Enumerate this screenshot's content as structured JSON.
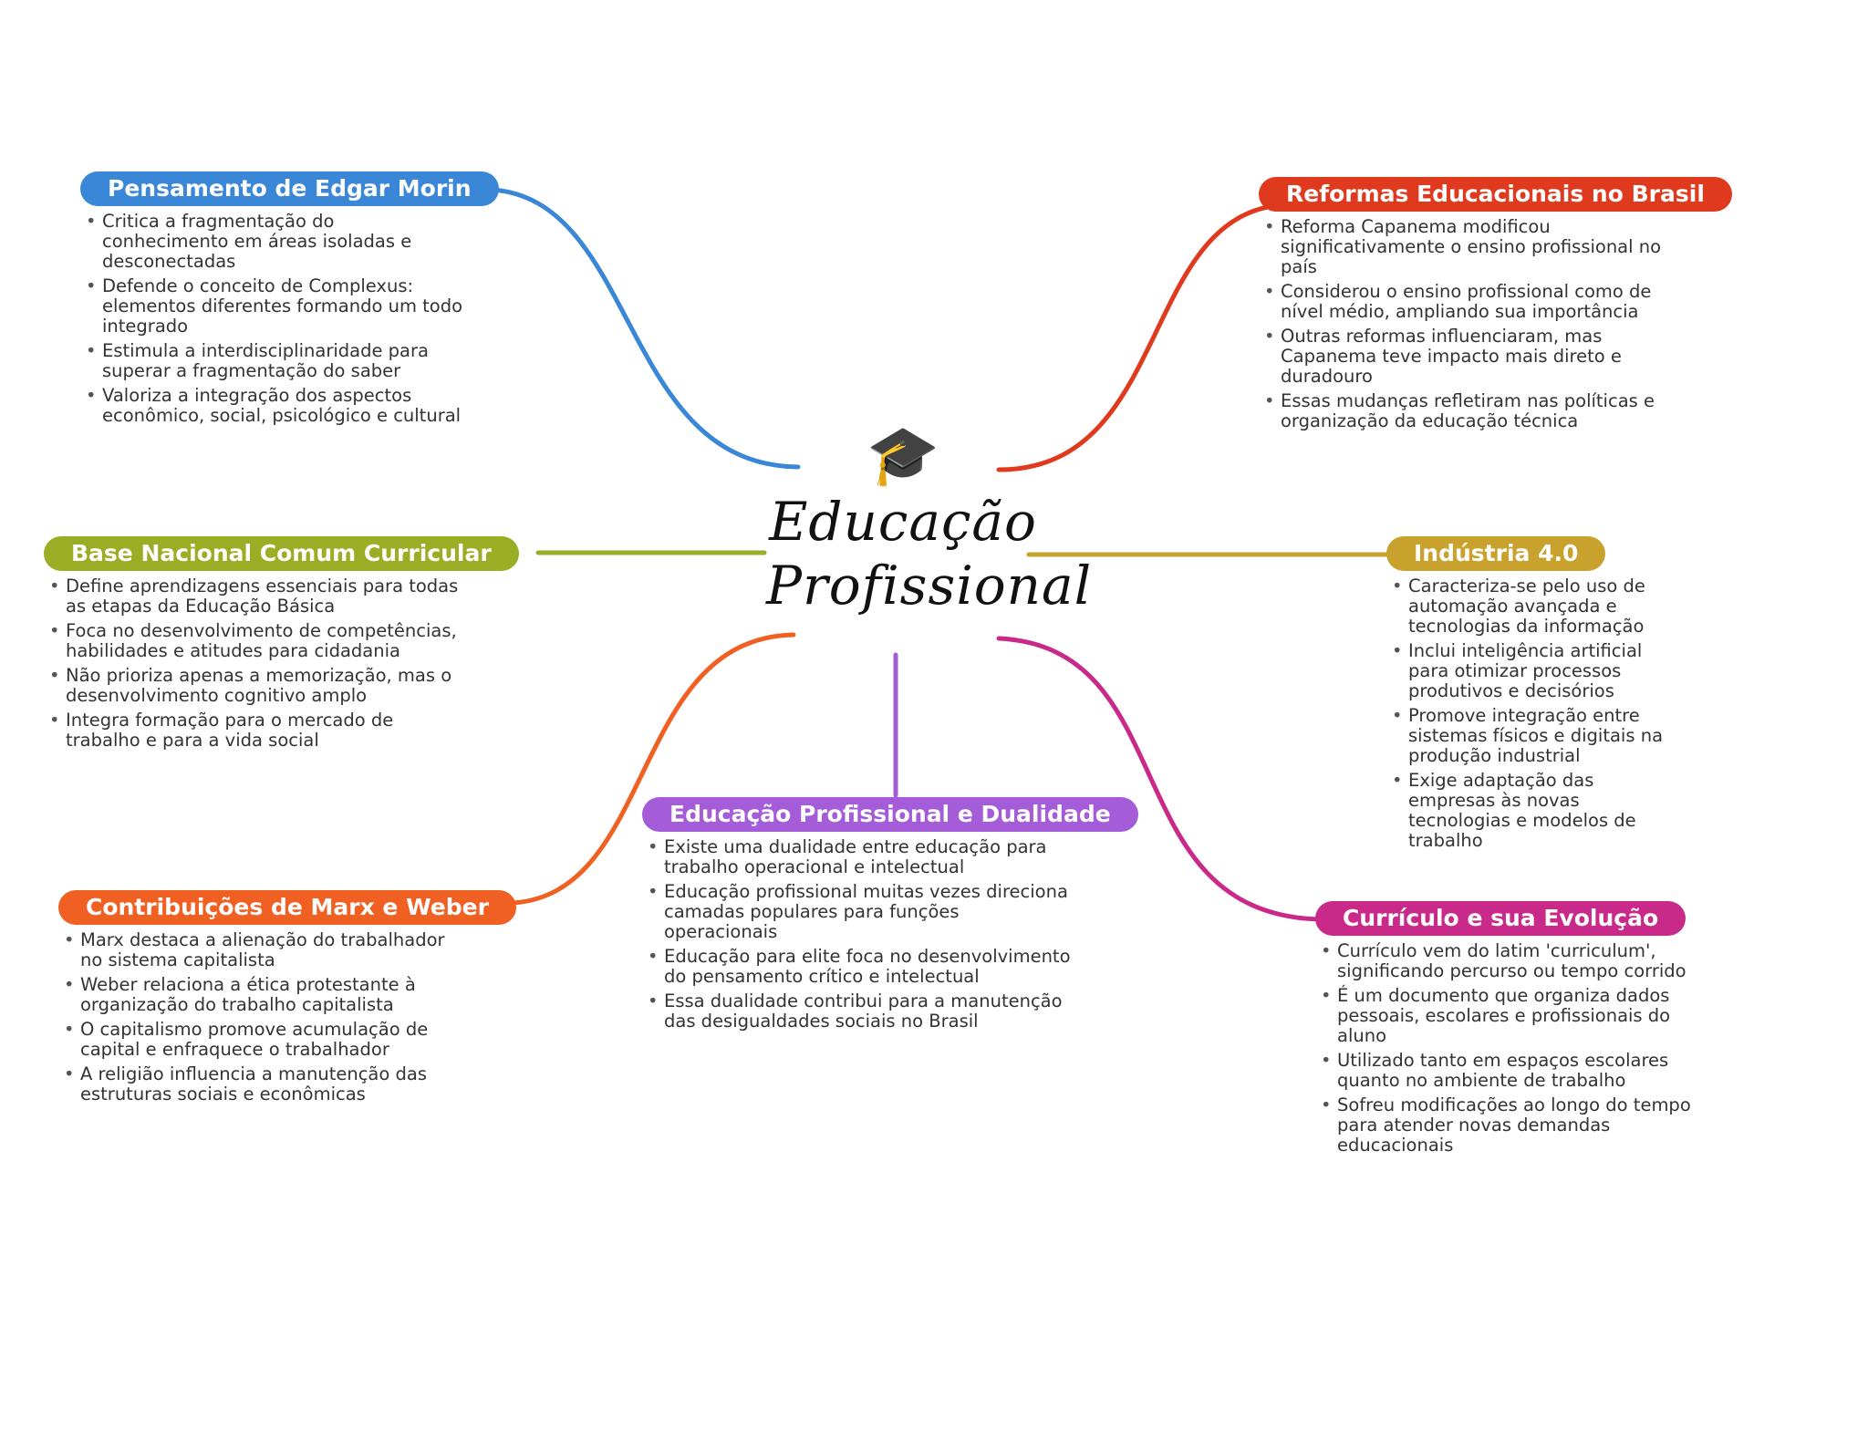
{
  "center": {
    "icon": "graduation-cap-icon",
    "icon_glyph": "🎓",
    "title_line1": "Educação",
    "title_line2": "Profissional"
  },
  "branches": [
    {
      "id": "morin",
      "title": "Pensamento de Edgar Morin",
      "color": "#3a87d8",
      "items": [
        "Critica a fragmentação do conhecimento em áreas isoladas e desconectadas",
        "Defende o conceito de Complexus: elementos diferentes formando um todo integrado",
        "Estimula a interdisciplinaridade para superar a fragmentação do saber",
        "Valoriza a integração dos aspectos econômico, social, psicológico e cultural"
      ]
    },
    {
      "id": "bncc",
      "title": "Base Nacional Comum Curricular",
      "color": "#9aae25",
      "items": [
        "Define aprendizagens essenciais para todas as etapas da Educação Básica",
        "Foca no desenvolvimento de competências, habilidades e atitudes para cidadania",
        "Não prioriza apenas a memorização, mas o desenvolvimento cognitivo amplo",
        "Integra formação para o mercado de trabalho e para a vida social"
      ]
    },
    {
      "id": "marx-weber",
      "title": "Contribuições de Marx e Weber",
      "color": "#f06022",
      "items": [
        "Marx destaca a alienação do trabalhador no sistema capitalista",
        "Weber relaciona a ética protestante à organização do trabalho capitalista",
        "O capitalismo promove acumulação de capital e enfraquece o trabalhador",
        "A religião influencia a manutenção das estruturas sociais e econômicas"
      ]
    },
    {
      "id": "dualidade",
      "title": "Educação Profissional e Dualidade",
      "color": "#a55cd8",
      "items": [
        "Existe uma dualidade entre educação para trabalho operacional e intelectual",
        "Educação profissional muitas vezes direciona camadas populares para funções operacionais",
        "Educação para elite foca no desenvolvimento do pensamento crítico e intelectual",
        "Essa dualidade contribui para a manutenção das desigualdades sociais no Brasil"
      ]
    },
    {
      "id": "reformas",
      "title": "Reformas Educacionais no Brasil",
      "color": "#e03a1e",
      "items": [
        "Reforma Capanema modificou significativamente o ensino profissional no país",
        "Considerou o ensino profissional como de nível médio, ampliando sua importância",
        "Outras reformas influenciaram, mas Capanema teve impacto mais direto e duradouro",
        "Essas mudanças refletiram nas políticas e organização da educação técnica"
      ]
    },
    {
      "id": "industria",
      "title": "Indústria 4.0",
      "color": "#c9a22e",
      "items": [
        "Caracteriza-se pelo uso de automação avançada e tecnologias da informação",
        "Inclui inteligência artificial para otimizar processos produtivos e decisórios",
        "Promove integração entre sistemas físicos e digitais na produção industrial",
        "Exige adaptação das empresas às novas tecnologias e modelos de trabalho"
      ]
    },
    {
      "id": "curriculo",
      "title": "Currículo e sua Evolução",
      "color": "#c92a8a",
      "items": [
        "Currículo vem do latim 'curriculum', significando percurso ou tempo corrido",
        "É um documento que organiza dados pessoais, escolares e profissionais do aluno",
        "Utilizado tanto em espaços escolares quanto no ambiente de trabalho",
        "Sofreu modificações ao longo do tempo para atender novas demandas educacionais"
      ]
    }
  ]
}
